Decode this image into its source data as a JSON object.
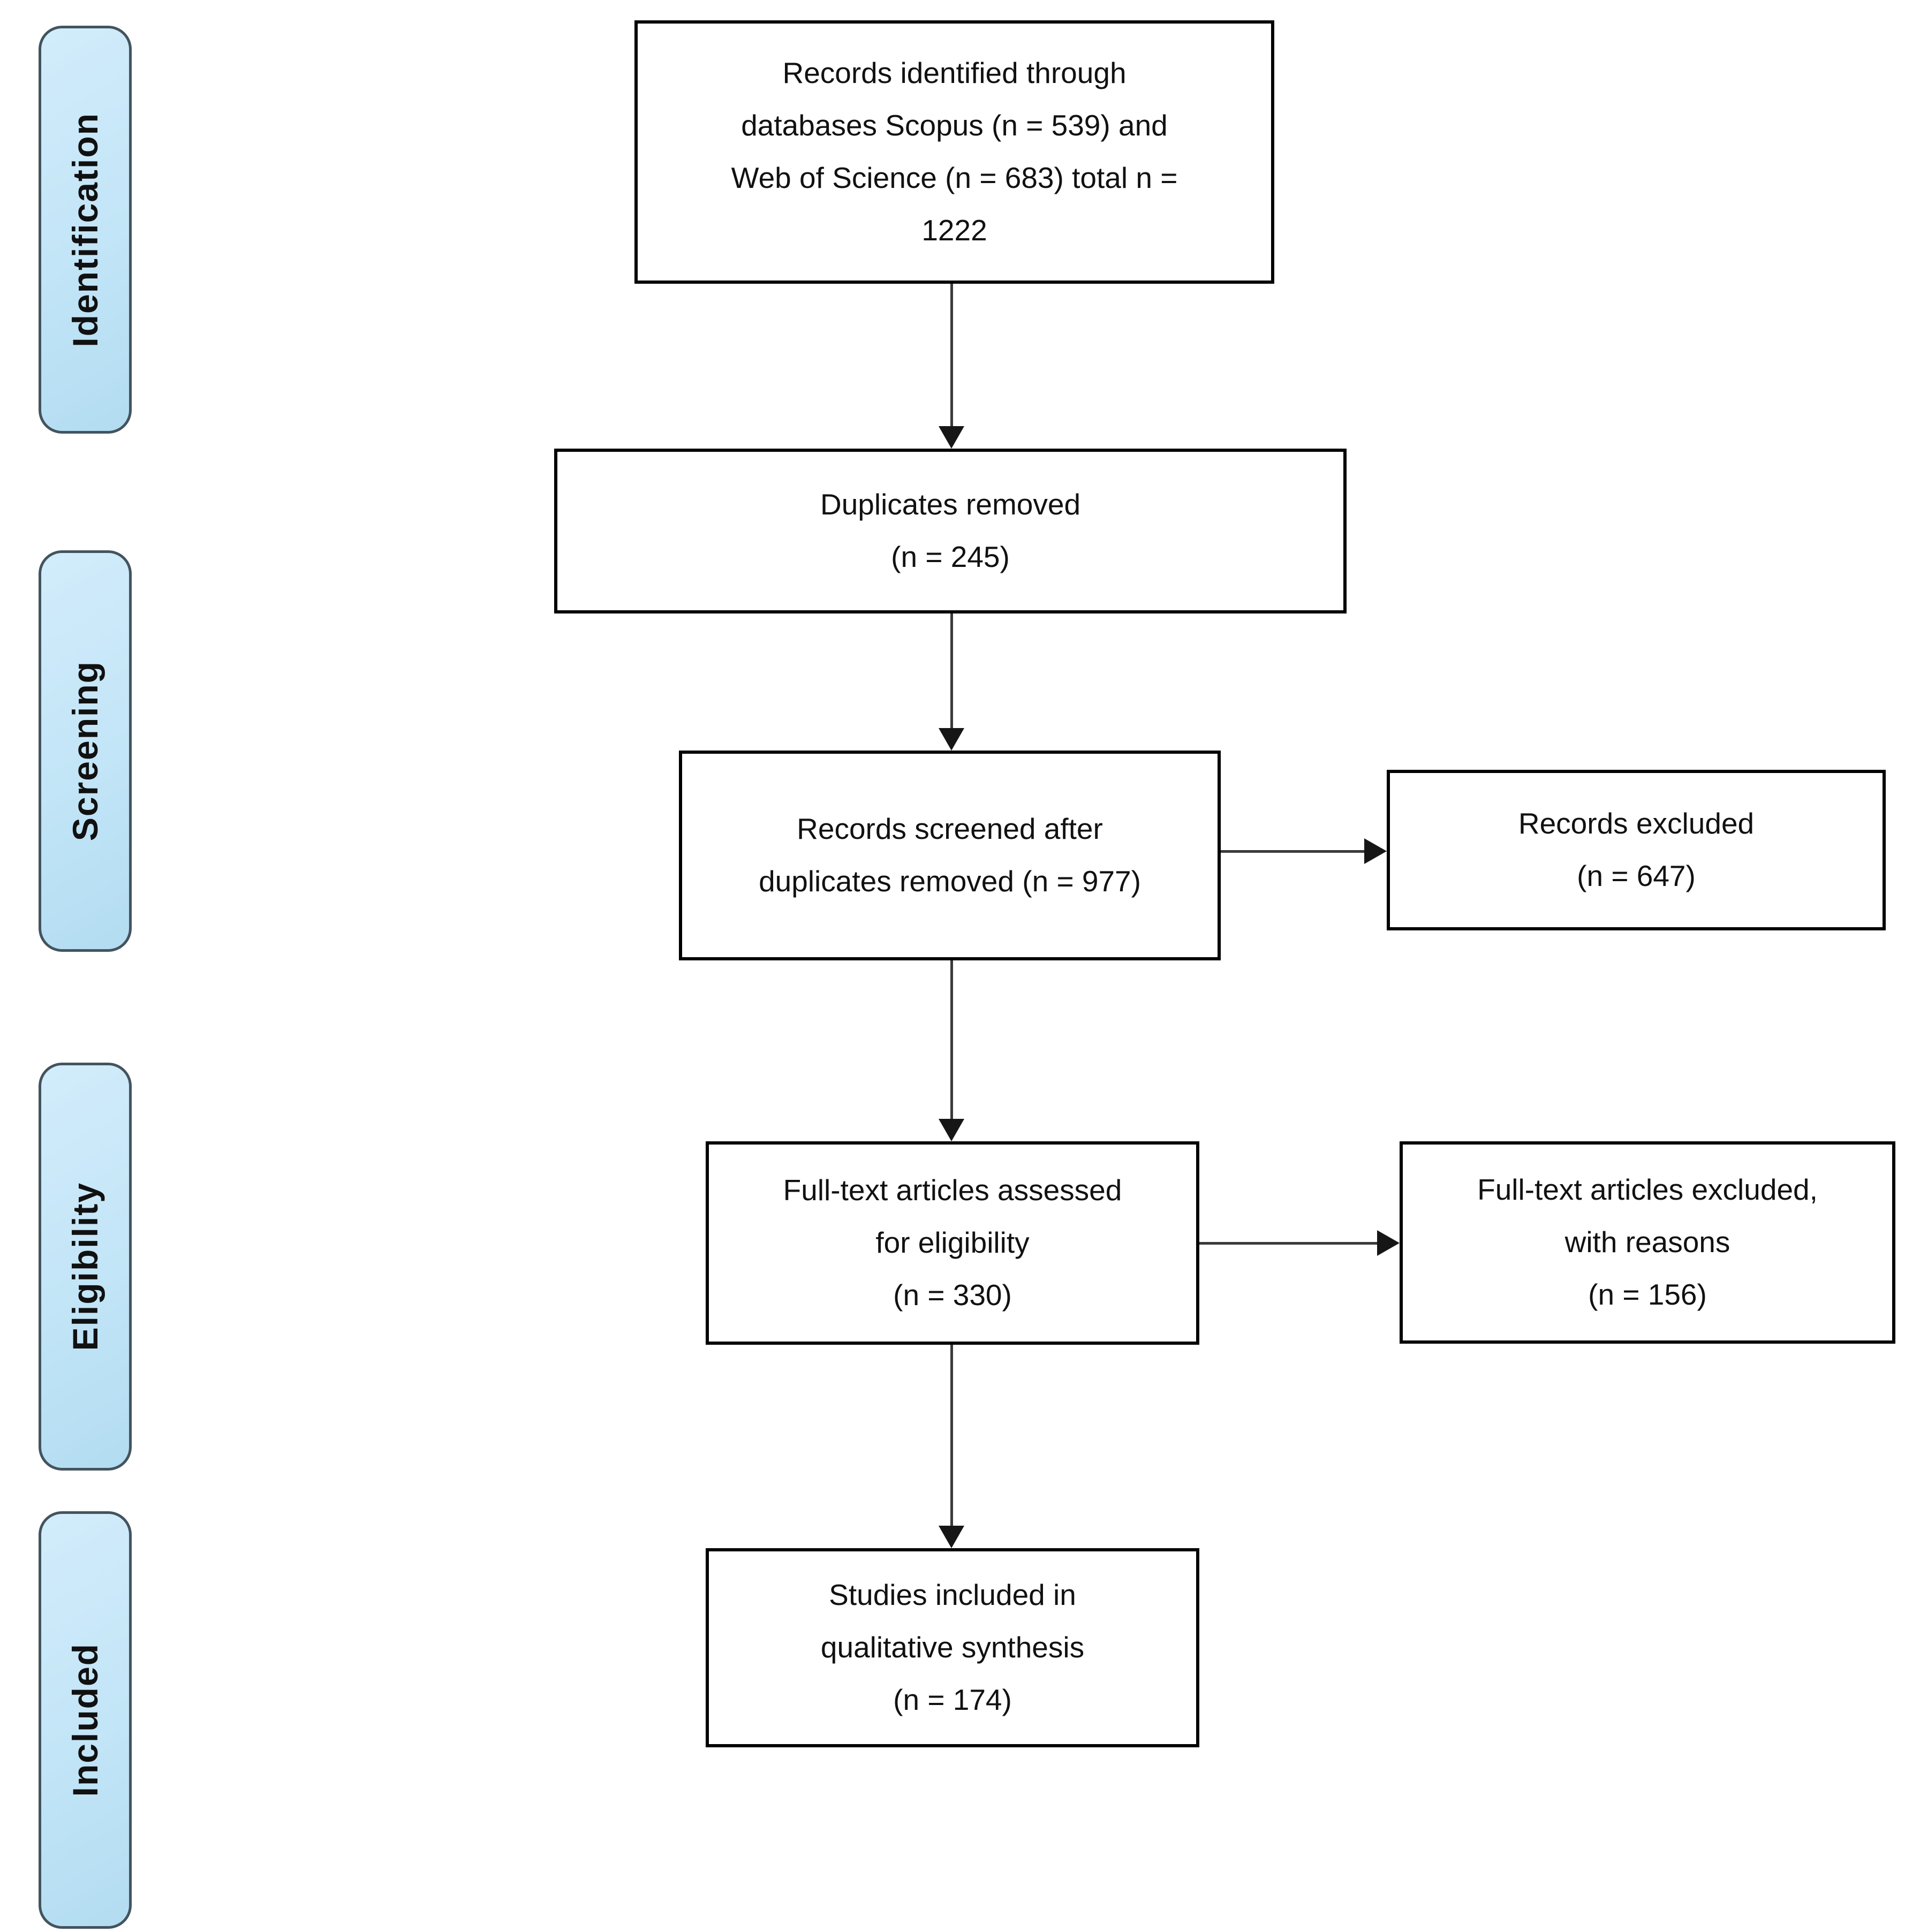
{
  "stages": [
    {
      "label": "Identification"
    },
    {
      "label": "Screening"
    },
    {
      "label": "Eligibility"
    },
    {
      "label": "Included"
    }
  ],
  "boxes": {
    "identified": {
      "lines": [
        "Records identified through",
        "databases Scopus (n = 539) and",
        "Web of Science (n = 683) total n =",
        "1222"
      ]
    },
    "duplicates": {
      "lines": [
        "Duplicates removed",
        "(n = 245)"
      ]
    },
    "screened": {
      "lines": [
        "Records screened after",
        "duplicates removed (n = 977)"
      ]
    },
    "records_excluded": {
      "lines": [
        "Records excluded",
        "(n = 647)"
      ]
    },
    "fulltext": {
      "lines": [
        "Full-text articles assessed",
        "for eligibility",
        "(n = 330)"
      ]
    },
    "fulltext_excluded": {
      "lines": [
        "Full-text articles excluded,",
        "with reasons",
        "(n = 156)"
      ]
    },
    "included_studies": {
      "lines": [
        "Studies included in",
        "qualitative synthesis",
        "(n = 174)"
      ]
    }
  },
  "colors": {
    "stage_fill": "#c2e5f7",
    "stage_fill_light": "#d2ecfb",
    "stage_fill_dark": "#b3dcf1",
    "stage_border": "#43545e",
    "box_bg": "#ffffff",
    "box_border": "#000000",
    "arrow": "#3a3a3a",
    "arrowhead": "#161616",
    "text": "#111111"
  }
}
